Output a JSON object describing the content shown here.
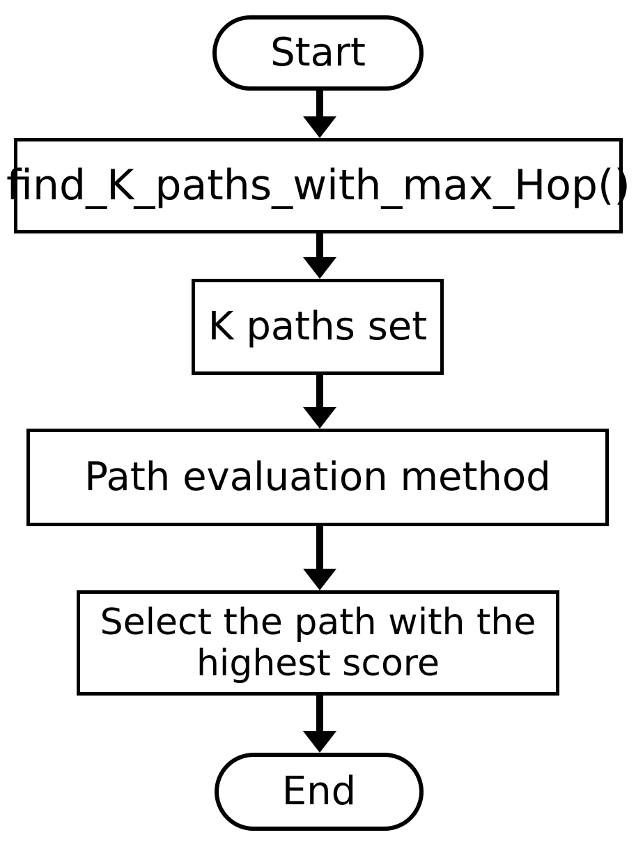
{
  "diagram": {
    "type": "flowchart",
    "orientation": "top-to-bottom",
    "background_color": "#ffffff",
    "stroke_color": "#000000",
    "text_color": "#000000",
    "nodes": [
      {
        "id": "start",
        "shape": "terminator",
        "label": "Start"
      },
      {
        "id": "find_k_paths",
        "shape": "process",
        "label": "find_K_paths_with_max_Hop()"
      },
      {
        "id": "k_paths_set",
        "shape": "process",
        "label": "K paths set"
      },
      {
        "id": "path_evaluation",
        "shape": "process",
        "label": "Path evaluation method"
      },
      {
        "id": "select_path",
        "shape": "process",
        "label": "Select the path with the\nhighest score"
      },
      {
        "id": "end",
        "shape": "terminator",
        "label": "End"
      }
    ],
    "edges": [
      {
        "from": "start",
        "to": "find_k_paths",
        "style": "solid-arrow",
        "label": ""
      },
      {
        "from": "find_k_paths",
        "to": "k_paths_set",
        "style": "solid-arrow",
        "label": ""
      },
      {
        "from": "k_paths_set",
        "to": "path_evaluation",
        "style": "solid-arrow",
        "label": ""
      },
      {
        "from": "path_evaluation",
        "to": "select_path",
        "style": "solid-arrow",
        "label": ""
      },
      {
        "from": "select_path",
        "to": "end",
        "style": "solid-arrow",
        "label": ""
      }
    ]
  }
}
